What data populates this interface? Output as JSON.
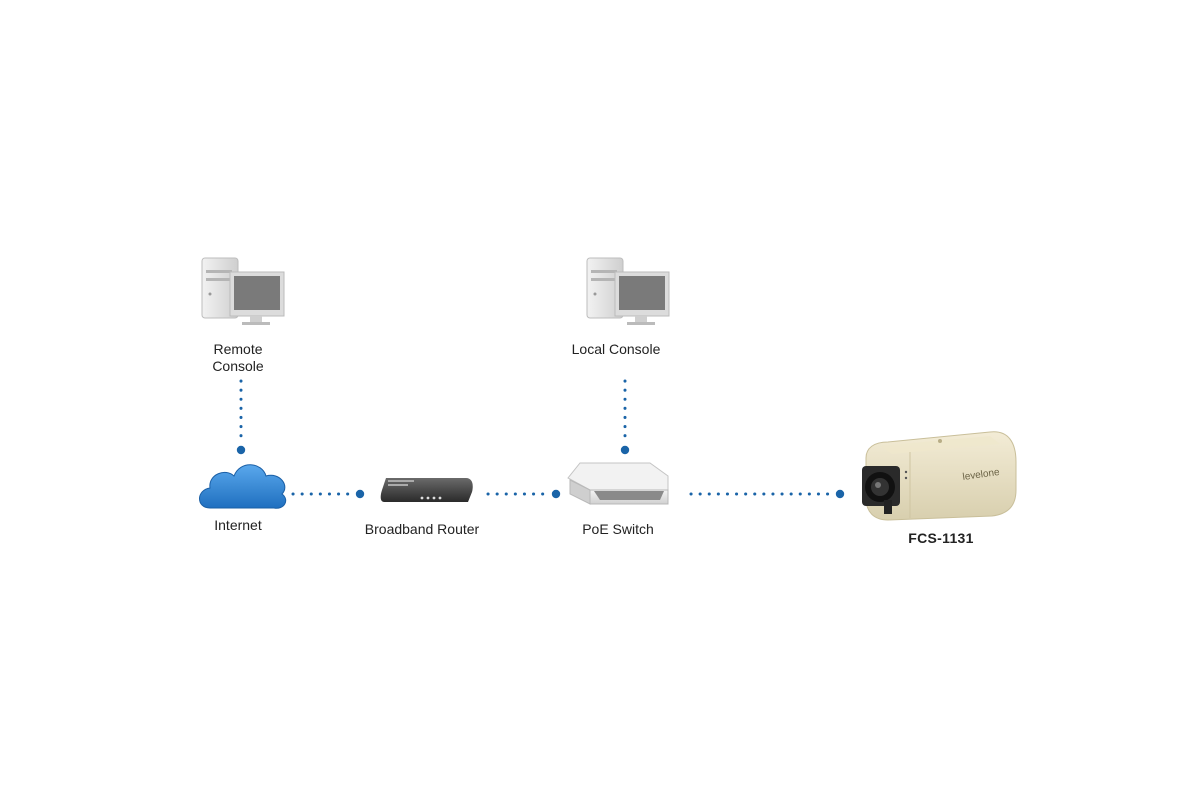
{
  "nodes": {
    "remote_console": {
      "label_line1": "Remote",
      "label_line2": "Console"
    },
    "local_console": {
      "label": "Local Console"
    },
    "internet": {
      "label": "Internet"
    },
    "router": {
      "label": "Broadband Router"
    },
    "poe_switch": {
      "label": "PoE Switch"
    },
    "camera": {
      "label": "FCS-1131",
      "brand": "levelone"
    }
  },
  "edges": [
    {
      "from": "remote_console",
      "to": "internet",
      "style": "dotted"
    },
    {
      "from": "internet",
      "to": "router",
      "style": "dotted"
    },
    {
      "from": "router",
      "to": "poe_switch",
      "style": "dotted"
    },
    {
      "from": "local_console",
      "to": "poe_switch",
      "style": "dotted"
    },
    {
      "from": "poe_switch",
      "to": "camera",
      "style": "dotted"
    }
  ],
  "colors": {
    "connector": "#1a64a8",
    "cloud": "#2b7fd0",
    "text": "#222222"
  },
  "icons": [
    "desktop-computer-icon",
    "cloud-icon",
    "router-icon",
    "switch-icon",
    "ip-camera-icon"
  ]
}
